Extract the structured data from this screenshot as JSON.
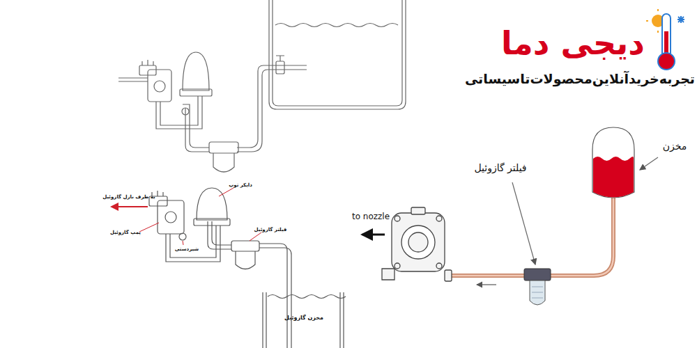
{
  "diagram": {
    "nodes": [
      {
        "text": [
          "مخزن گازوئیل"
        ]
      }
    ],
    "labels": [
      "دیجی دما",
      "تجربه‌خریدآنلاین‌محصولات‌تاسیساتی",
      "مخزن",
      "فیلتر گازوئیل",
      "to nozzle",
      "به طرف نازل گازوئیل",
      "پمپ گازوئیل",
      "دایکر توپ",
      "شیردستی",
      "فیلتر گازوئیل"
    ]
  }
}
